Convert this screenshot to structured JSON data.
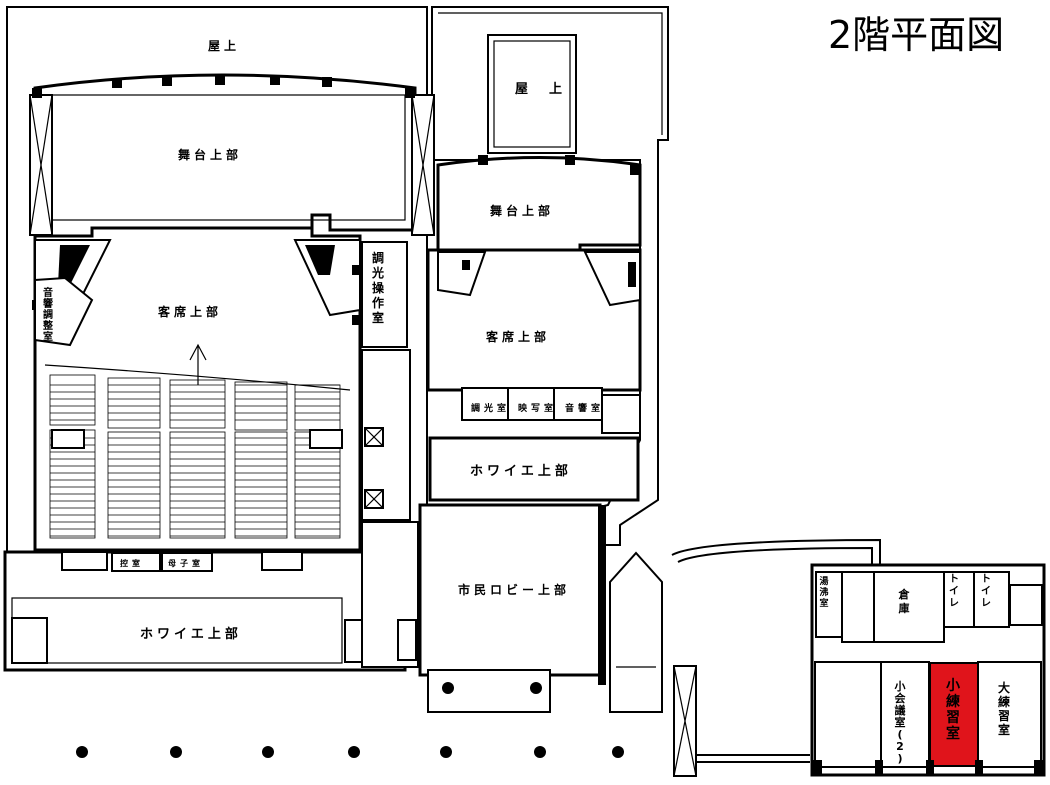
{
  "title": "2階平面図",
  "highlight_color": "#e0141b",
  "labels": {
    "rooftop_main": "屋上",
    "rooftop_small": "屋　上",
    "stage_upper_main": "舞台上部",
    "stage_upper_small": "舞台上部",
    "audience_upper_main": "客席上部",
    "audience_upper_small": "客席上部",
    "sound_adjust": "音響調整室",
    "light_control": "調光操作室",
    "light_room": "調光室",
    "projection_room": "映写室",
    "sound_room": "音響室",
    "foyer_upper_right": "ホワイエ上部",
    "foyer_upper_left": "ホワイエ上部",
    "viewing_room": "控室",
    "mother_child_room": "母子室",
    "citizen_lobby_upper": "市民ロビー上部",
    "boiler_room": "湯沸室",
    "storage": "倉庫",
    "toilet_1": "トイレ",
    "toilet_2": "トイレ",
    "small_meeting_room": "小会議室(2)",
    "small_practice_room": "小練習室",
    "large_practice_room": "大練習室"
  }
}
